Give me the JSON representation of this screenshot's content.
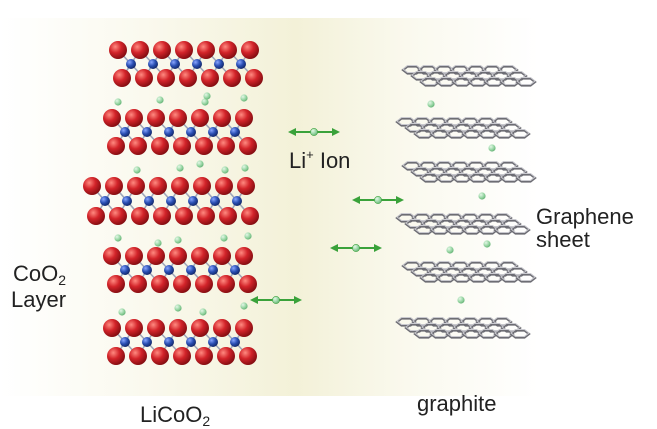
{
  "labels": {
    "coo2_layer": {
      "chem": "CoO",
      "sub": "2",
      "line2": "Layer"
    },
    "li_ion": {
      "base": "Li",
      "sup": "+",
      "rest": " Ion"
    },
    "graphene_sheet": {
      "line1": "Graphene",
      "line2": "sheet"
    },
    "graphite": "graphite",
    "licoo2": {
      "chem": "LiCoO",
      "sub": "2"
    }
  },
  "colors": {
    "oxygen_atom": "#c4161c",
    "cobalt_atom": "#1e3f9a",
    "lithium_ion": "#8fcf9c",
    "arrow": "#3aa23a",
    "graphene_sheet": "#8e8e95",
    "gradient_center": "#f3f1d8"
  }
}
